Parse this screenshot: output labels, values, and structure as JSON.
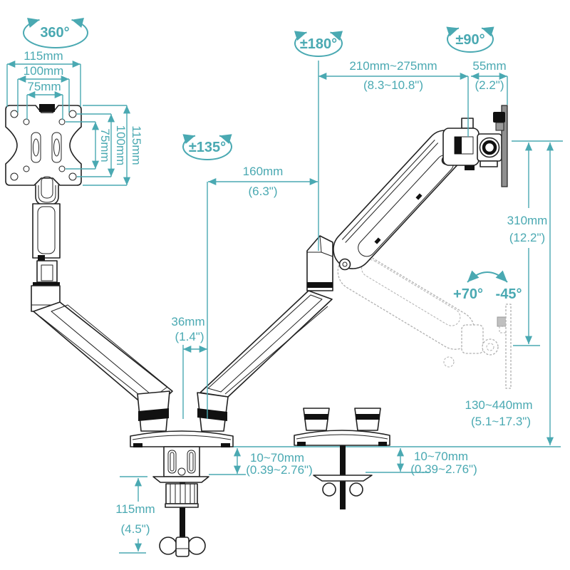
{
  "diagram": {
    "accent_color": "#4AA9B2",
    "line_color": "#222222",
    "ghost_color": "#b0b0b0",
    "angles": {
      "vesa_rotation": "360°",
      "arm_swivel": "±180°",
      "head_swivel": "±90°",
      "base_swivel": "±135°",
      "tilt_up": "+70°",
      "tilt_down": "-45°"
    },
    "vesa": {
      "width_outer": "115mm",
      "width_mid": "100mm",
      "width_inner": "75mm",
      "height_inner": "75mm",
      "height_mid": "100mm",
      "height_outer": "115mm"
    },
    "dims": {
      "upper_arm": {
        "mm": "210mm~275mm",
        "inch": "(8.3~10.8\")"
      },
      "head_offset": {
        "mm": "55mm",
        "inch": "(2.2\")"
      },
      "lower_arm": {
        "mm": "160mm",
        "inch": "(6.3\")"
      },
      "pole_gap": {
        "mm": "36mm",
        "inch": "(1.4\")"
      },
      "riser": {
        "mm": "310mm",
        "inch": "(12.2\")"
      },
      "height_range": {
        "mm": "130~440mm",
        "inch": "(5.1~17.3\")"
      },
      "desk_left": {
        "mm": "10~70mm",
        "inch": "(0.39~2.76\")"
      },
      "desk_right": {
        "mm": "10~70mm",
        "inch": "(0.39~2.76\")"
      },
      "clamp_depth": {
        "mm": "115mm",
        "inch": "(4.5\")"
      }
    }
  }
}
